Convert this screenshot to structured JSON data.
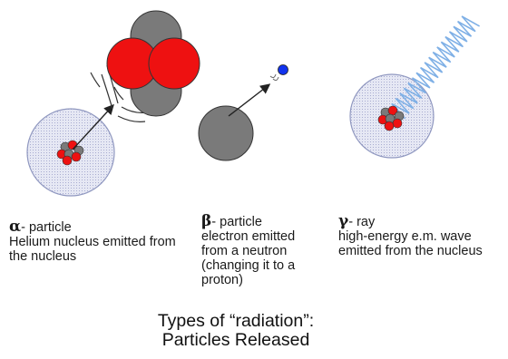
{
  "alpha": {
    "symbol": "α",
    "label": "- particle",
    "description": "Helium nucleus emitted from the nucleus"
  },
  "beta": {
    "symbol": "β",
    "label": "- particle",
    "description": "electron emitted from a neutron (changing it to a proton)"
  },
  "gamma": {
    "symbol": "γ",
    "label": "- ray",
    "description": "high-energy e.m. wave emitted from the nucleus"
  },
  "title": {
    "line1": "Types of “radiation”:",
    "line2": "Particles Released"
  },
  "colors": {
    "proton": "#ee1111",
    "neutron": "#7a7a7a",
    "electron": "#1133ee",
    "atom_fill": "#d9dcef",
    "gamma_wave": "#7fb0e6"
  }
}
